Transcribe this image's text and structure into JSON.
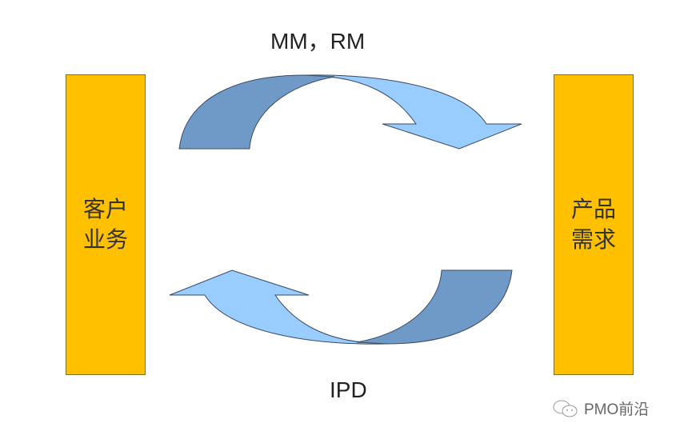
{
  "left_box": {
    "text": "客户业务"
  },
  "right_box": {
    "text": "产品需求"
  },
  "top_arrow_label": "MM，RM",
  "bottom_arrow_label": "IPD",
  "watermark": {
    "text": "PMO前沿",
    "icon": "wechat-icon"
  },
  "colors": {
    "box": "#FFC000",
    "arrow_dark": "#6F9AC8",
    "arrow_light": "#99CCFF",
    "outline": "#3a4a60"
  }
}
